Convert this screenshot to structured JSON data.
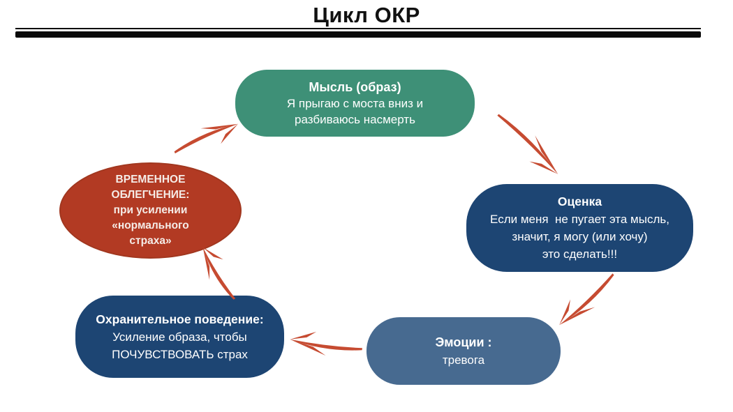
{
  "title": "Цикл ОКР",
  "colors": {
    "teal": "#3E9077",
    "navy": "#1D4573",
    "blue": "#476A90",
    "red": "#B23A23",
    "arrow": "#C64B31",
    "bar": "#0A0A0A"
  },
  "nodes": {
    "thought": {
      "header": "Мысль (образ)",
      "lines": [
        "Я прыгаю с моста вниз и",
        "разбиваюсь насмерть"
      ]
    },
    "evaluation": {
      "header": "Оценка",
      "lines": [
        "Если меня  не пугает эта мысль,",
        "значит, я могу (или хочу)",
        "это сделать!!!"
      ]
    },
    "emotions": {
      "header": "Эмоции :",
      "lines": [
        "тревога"
      ]
    },
    "safety_behavior": {
      "header": "Охранительное поведение:",
      "lines": [
        "Усиление образа, чтобы",
        "ПОЧУВСТВОВАТЬ страх"
      ]
    },
    "relief": {
      "lines": [
        "ВРЕМЕННОЕ",
        "ОБЛЕГЧЕНИЕ:",
        "при усилении",
        "«нормального",
        "страха»"
      ]
    }
  }
}
